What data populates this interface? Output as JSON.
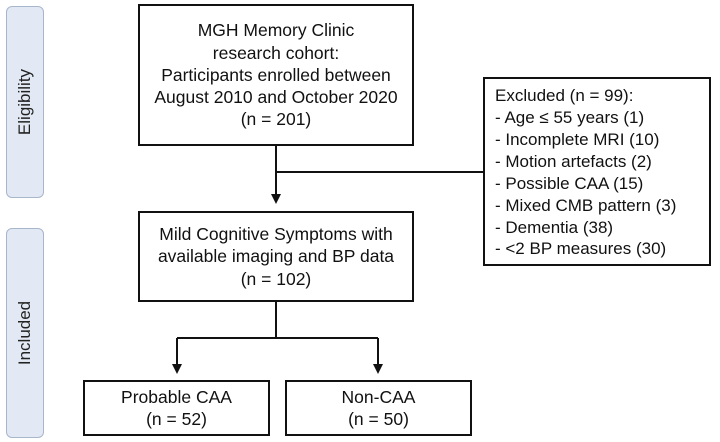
{
  "stages": {
    "eligibility": "Eligibility",
    "included": "Included"
  },
  "boxes": {
    "enrolled": {
      "lines": [
        "MGH Memory Clinic",
        "research cohort:",
        "Participants enrolled between",
        "August 2010 and October 2020",
        "(n = 201)"
      ]
    },
    "excluded": {
      "title": "Excluded (n = 99):",
      "items": [
        "- Age ≤ 55 years (1)",
        "- Incomplete MRI (10)",
        "- Motion artefacts (2)",
        "- Possible CAA (15)",
        "- Mixed CMB pattern (3)",
        "- Dementia (38)",
        "- <2 BP measures (30)"
      ]
    },
    "mild": {
      "lines": [
        "Mild Cognitive Symptoms with",
        "available imaging and BP data",
        "(n = 102)"
      ]
    },
    "probable": {
      "lines": [
        "Probable CAA",
        "(n = 52)"
      ]
    },
    "noncaa": {
      "lines": [
        "Non-CAA",
        "(n = 50)"
      ]
    }
  },
  "colors": {
    "stage_fill": "#e3e9f4",
    "stage_border": "#a8b6cc",
    "line": "#111111"
  }
}
